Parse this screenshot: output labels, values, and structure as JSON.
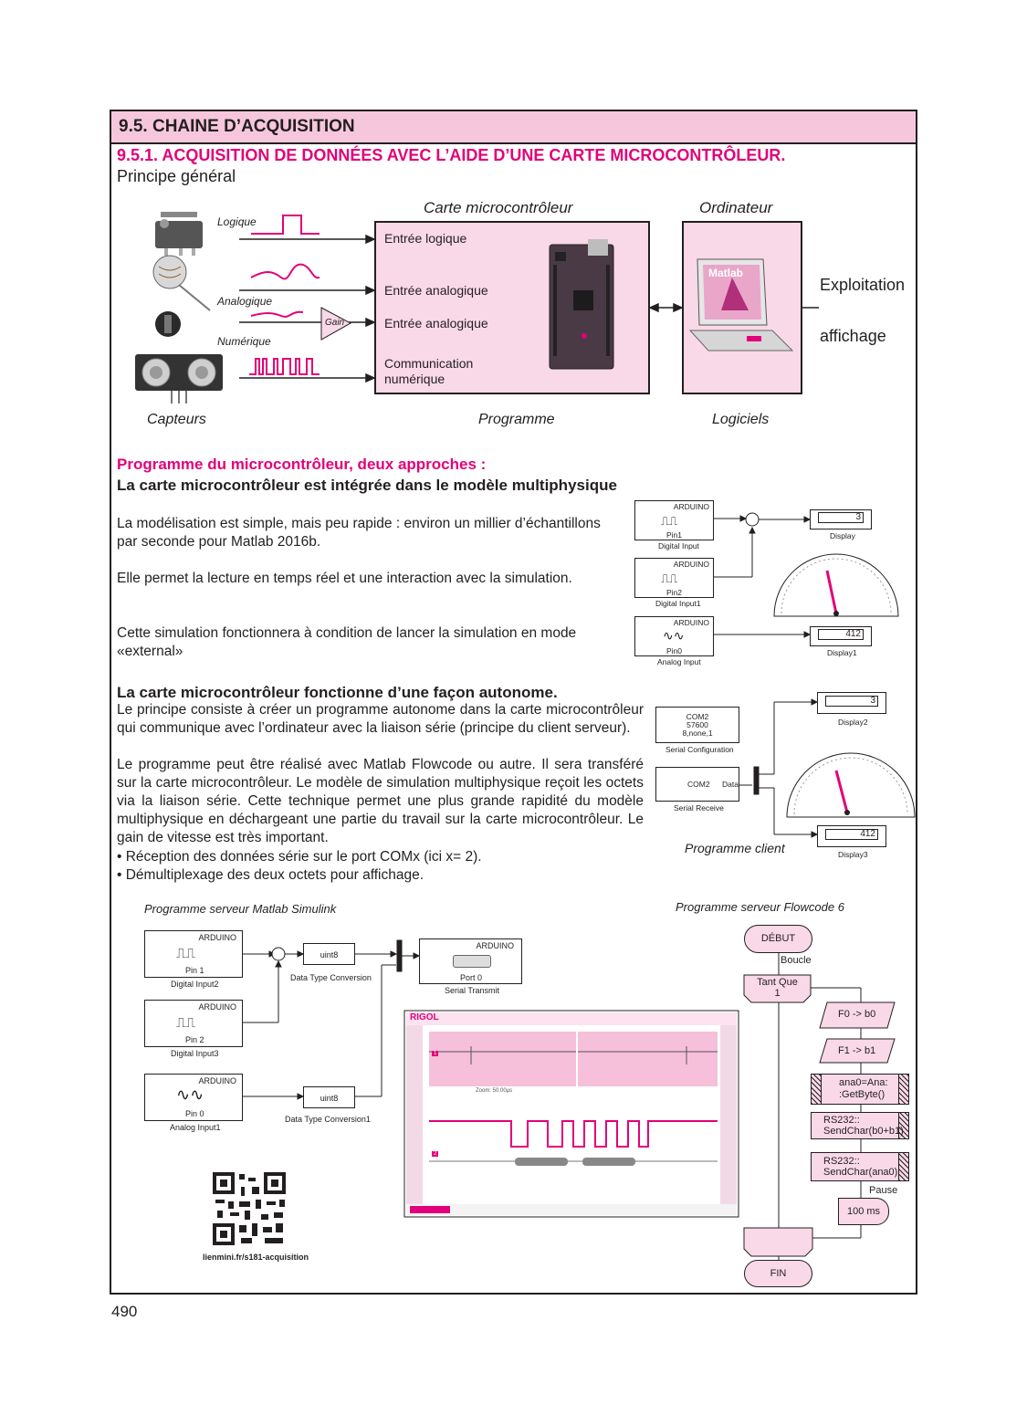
{
  "header": {
    "section_title": "9.5. CHAINE D’ACQUISITION",
    "subsection_title": "9.5.1. ACQUISITION DE DONNÉES AVEC L’AIDE D’UNE CARTE MICROCONTRÔLEUR.",
    "principe": "Principe général"
  },
  "diagram": {
    "mcu_title": "Carte microcontrôleur",
    "pc_title": "Ordinateur",
    "signal_logique": "Logique",
    "signal_analogique": "Analogique",
    "signal_numerique": "Numérique",
    "gain": "Gain",
    "inputs": [
      "Entrée logique",
      "Entrée analogique",
      "Entrée analogique",
      "Communication numérique"
    ],
    "matlab_label": "Matlab",
    "output_1": "Exploitation",
    "output_2": "affichage",
    "caption_capteurs": "Capteurs",
    "caption_programme": "Programme",
    "caption_logiciels": "Logiciels"
  },
  "approches": {
    "heading": "Programme du microcontrôleur, deux approches :",
    "a1_title": "La carte microcontrôleur est intégrée dans le modèle multiphysique",
    "a1_p1": "La modélisation est simple, mais peu rapide : environ un millier d’échantillons par seconde pour Matlab 2016b.",
    "a1_p2": "Elle permet la lecture en temps réel et une interaction avec la simulation.",
    "a1_p3": "Cette simulation fonctionnera à condition de lancer la simulation en mode «external»",
    "a2_title": "La carte microcontrôleur fonctionne d’une façon autonome.",
    "a2_p1": "Le principe consiste à créer un programme autonome dans la carte microcontrôleur qui communique avec l’ordinateur avec la liaison série (principe du client serveur).",
    "a2_p2": "Le programme peut être réalisé avec Matlab Flowcode ou autre. Il sera transféré sur la carte microcontrôleur. Le modèle de simulation multiphysique reçoit les octets via la liaison série. Cette technique permet une plus grande rapidité du modèle multiphysique en déchargeant une partie du travail sur la carte microcontrôleur. Le gain de vitesse est très important.",
    "bullet_1": "• Réception des données série sur le port COMx (ici x= 2).",
    "bullet_2": "• Démultiplexage des deux octets pour affichage."
  },
  "simulink_top": {
    "arduino": "ARDUINO",
    "pin1": "Pin1",
    "digital_input": "Digital Input",
    "pin2": "Pin2",
    "digital_input1": "Digital Input1",
    "pin0": "Pin0",
    "analog_input": "Analog Input",
    "display_value": "3",
    "display": "Display",
    "display1_value": "412",
    "display1": "Display1"
  },
  "simulink_client": {
    "com2": "COM2",
    "baud": "57600",
    "format": "8,none,1",
    "serial_configuration": "Serial Configuration",
    "com2_b": "COM2",
    "data": "Data",
    "serial_receive": "Serial Receive",
    "display2_value": "3",
    "display2": "Display2",
    "display3_value": "412",
    "display3": "Display3",
    "caption": "Programme client"
  },
  "server_simulink": {
    "caption": "Programme serveur Matlab Simulink",
    "arduino": "ARDUINO",
    "pin1": "Pin 1",
    "digital_input2": "Digital Input2",
    "pin2": "Pin 2",
    "digital_input3": "Digital Input3",
    "pin0": "Pin 0",
    "analog_input1": "Analog Input1",
    "uint8": "uint8",
    "dtc": "Data Type Conversion",
    "dtc1": "Data Type Conversion1",
    "port0": "Port 0",
    "serial_transmit": "Serial Transmit"
  },
  "scope": {
    "brand": "RIGOL",
    "zoom": "Zoom: 50.00µs",
    "ch1": "1",
    "ch2": "2"
  },
  "flowcode": {
    "caption": "Programme serveur Flowcode 6",
    "debut": "DÉBUT",
    "boucle": "Boucle",
    "tant_que": "Tant Que",
    "tant_que_val": "1",
    "f0": "F0 -> b0",
    "f1": "F1 -> b1",
    "ana_1": "ana0=Ana:",
    "ana_2": ":GetByte()",
    "rs1_1": "RS232::",
    "rs1_2": "SendChar(b0+b1)",
    "rs2_1": "RS232::",
    "rs2_2": "SendChar(ana0)",
    "pause": "Pause",
    "pause_val": "100 ms",
    "fin": "FIN"
  },
  "qr_link": "lienmini.fr/s181-acquisition",
  "page_number": "490",
  "colors": {
    "accent": "#e2007a",
    "pink_fill": "#f9d8e7",
    "header_band": "#f6c7dc"
  }
}
